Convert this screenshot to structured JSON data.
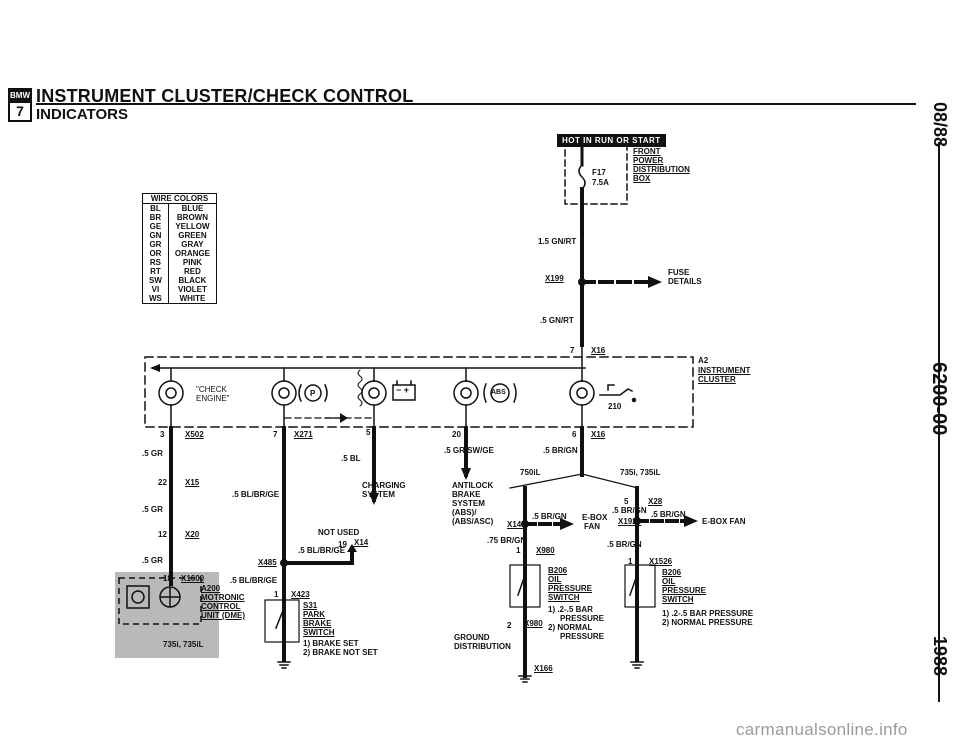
{
  "header": {
    "logo_top": "BMW",
    "logo_bottom": "7",
    "title": "INSTRUMENT CLUSTER/CHECK CONTROL",
    "subtitle": "INDICATORS"
  },
  "side_margin": {
    "date": "08/88",
    "section": "6200-00",
    "year": "1988"
  },
  "wire_colors": {
    "title": "WIRE COLORS",
    "rows": [
      [
        "BL",
        "BLUE"
      ],
      [
        "BR",
        "BROWN"
      ],
      [
        "GE",
        "YELLOW"
      ],
      [
        "GN",
        "GREEN"
      ],
      [
        "GR",
        "GRAY"
      ],
      [
        "OR",
        "ORANGE"
      ],
      [
        "RS",
        "PINK"
      ],
      [
        "RT",
        "RED"
      ],
      [
        "SW",
        "BLACK"
      ],
      [
        "VI",
        "VIOLET"
      ],
      [
        "WS",
        "WHITE"
      ]
    ]
  },
  "power": {
    "hot_label": "HOT IN RUN OR START",
    "fuse_id": "F17",
    "fuse_rating": "7.5A",
    "dist_box": [
      "FRONT",
      "POWER",
      "DISTRIBUTION",
      "BOX"
    ],
    "wire_1": "1.5 GN/RT",
    "connector": "X199",
    "fuse_details": [
      "FUSE",
      "DETAILS"
    ],
    "wire_2": ".5 GN/RT",
    "pin_x16": "7",
    "conn_x16": "X16"
  },
  "cluster": {
    "id": "A2",
    "name": [
      "INSTRUMENT",
      "CLUSTER"
    ],
    "check_engine": [
      "\"CHECK",
      "ENGINE\""
    ],
    "oil_value": "210",
    "brake_letter": "P",
    "abs_letters": "ABS"
  },
  "connectors": {
    "x502_pin": "3",
    "x502": "X502",
    "x271_pin": "7",
    "x271": "X271",
    "pin5": "5",
    "pin20": "20",
    "x16b_pin": "6",
    "x16b": "X16",
    "x15_pin": "22",
    "x15": "X15",
    "x20_pin": "12",
    "x20": "X20",
    "x1600_pin": "18",
    "x1600": "X1600",
    "x14_pin": "19",
    "x14": "X14",
    "x485": "X485",
    "x423_pin": "1",
    "x423": "X423",
    "x145": "X145",
    "x28_pin": "5",
    "x28": "X28",
    "x1926": "X1926",
    "x980_pin": "1",
    "x980": "X980",
    "x1526_pin": "1",
    "x1526": "X1526",
    "x980b_pin": "2",
    "x980b": "X980",
    "x166": "X166"
  },
  "wires": {
    "gr1": ".5 GR",
    "gr2": ".5 GR",
    "gr3": ".5 GR",
    "bl_ge1": ".5 BL/BR/GE",
    "bl": ".5 BL",
    "bl_ge2": ".5 BL/BR/GE",
    "bl_ge3": ".5 BL/BR/GE",
    "gr_sw_ge": ".5 GR/SW/GE",
    "br_gn1": ".5 BR/GN",
    "br_gn2": ".5 BR/GN",
    "br_gn3": ".5 BR/GN",
    "br_gn4": ".5 BR/GN",
    "br_gn5": ".75 BR/GN",
    "br_gn6": ".5 BR/GN"
  },
  "labels": {
    "charging": [
      "CHARGING",
      "SYSTEM"
    ],
    "antilock": [
      "ANTILOCK",
      "BRAKE",
      "SYSTEM",
      "(ABS)/",
      "(ABS/ASC)"
    ],
    "not_used": "NOT USED",
    "model_750": "750iL",
    "model_735": "735i, 735iL",
    "ebox_fan_a": [
      "E-BOX",
      "FAN"
    ],
    "ebox_fan_b": "E-BOX FAN",
    "ground_dist": [
      "GROUND",
      "DISTRIBUTION"
    ],
    "a200": [
      "A200",
      "MOTRONIC",
      "CONTROL",
      "UNIT (DME)"
    ],
    "inset_model": "735i, 735iL",
    "s31": [
      "S31",
      "PARK",
      "BRAKE",
      "SWITCH"
    ],
    "s31_notes": [
      "1) BRAKE SET",
      "2) BRAKE NOT SET"
    ],
    "b206a": [
      "B206",
      "OIL",
      "PRESSURE",
      "SWITCH"
    ],
    "b206a_notes": [
      "1) .2-.5 BAR",
      "PRESSURE",
      "2) NORMAL",
      "PRESSURE"
    ],
    "b206b": [
      "B206",
      "OIL",
      "PRESSURE",
      "SWITCH"
    ],
    "b206b_notes": [
      "1) .2-.5 BAR PRESSURE",
      "2) NORMAL PRESSURE"
    ]
  },
  "watermark": "carmanualsonline.info"
}
